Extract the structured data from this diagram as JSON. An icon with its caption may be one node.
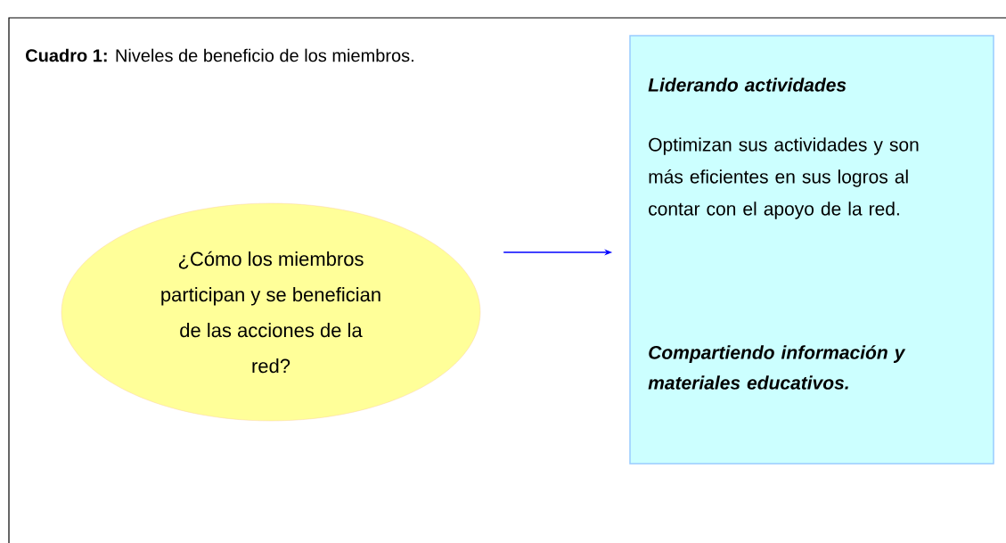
{
  "diagram": {
    "title": "**Cuadro 1:** Niveles de beneficio de los miembros.",
    "nodes": [
      {
        "text": [
          "¿Cómo los miembros participan y se benefician de las acciones de la red?"
        ]
      },
      {
        "text": [
          "Liderando actividades",
          "Optimizan sus actividades y son más eficientes en sus logros al contar con el apoyo de la red.",
          "Compartiendo información y materiales educativos."
        ]
      }
    ],
    "edges": [
      {
        "from": 0,
        "to": 1,
        "arrow": "to",
        "color": "#0000ff"
      }
    ]
  }
}
